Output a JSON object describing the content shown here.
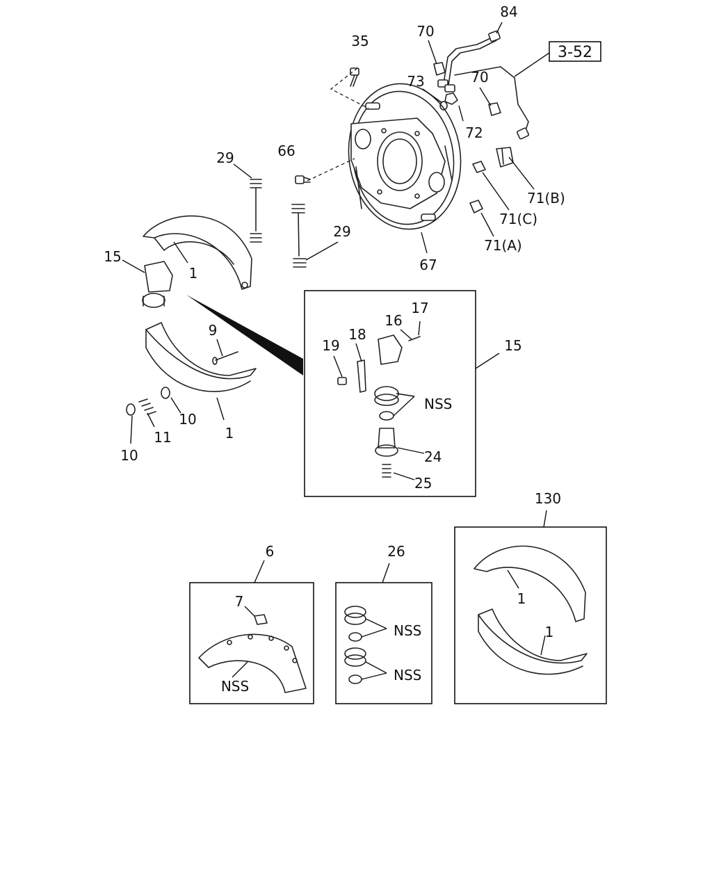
{
  "diagram": {
    "reference_tag": "3-52",
    "callouts": {
      "c84": "84",
      "c70a": "70",
      "c35": "35",
      "c73": "73",
      "c70b": "70",
      "c72": "72",
      "c66": "66",
      "c29a": "29",
      "c71b": "71(B)",
      "c71c": "71(C)",
      "c29b": "29",
      "c71a": "71(A)",
      "c67": "67",
      "c15a": "15",
      "c1a": "1",
      "c9": "9",
      "c10a": "10",
      "c11": "11",
      "c1b": "1",
      "c10b": "10",
      "c17": "17",
      "c16": "16",
      "c18": "18",
      "c19": "19",
      "c15b": "15",
      "cnss1": "NSS",
      "c24": "24",
      "c25": "25",
      "c130": "130",
      "c6": "6",
      "c26": "26",
      "c7": "7",
      "cnss2": "NSS",
      "cnss3": "NSS",
      "cnss4": "NSS",
      "c1c": "1",
      "c1d": "1"
    }
  }
}
